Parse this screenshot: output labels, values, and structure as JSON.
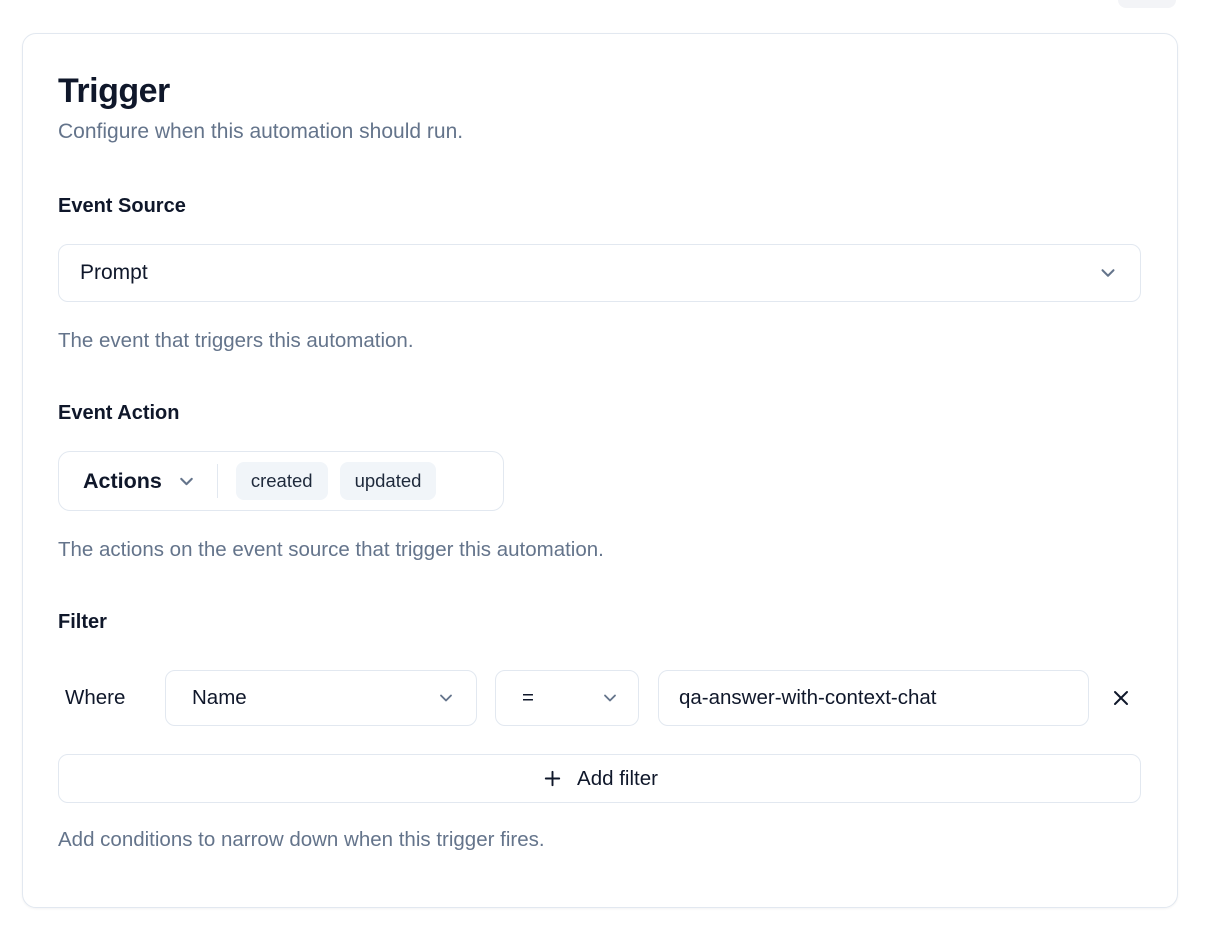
{
  "card": {
    "title": "Trigger",
    "subtitle": "Configure when this automation should run.",
    "event_source": {
      "label": "Event Source",
      "selected_value": "Prompt",
      "help": "The event that triggers this automation."
    },
    "event_action": {
      "label": "Event Action",
      "dropdown_label": "Actions",
      "selected_actions": [
        "created",
        "updated"
      ],
      "help": "The actions on the event source that trigger this automation."
    },
    "filter": {
      "label": "Filter",
      "where_label": "Where",
      "field_selected": "Name",
      "operator_selected": "=",
      "value": "qa-answer-with-context-chat",
      "add_filter_label": "Add filter",
      "help": "Add conditions to narrow down when this trigger fires."
    }
  },
  "icons": {
    "dropdown": "chevron-down-icon",
    "add": "plus-icon",
    "remove": "x-icon"
  },
  "colors": {
    "card_background": "#ffffff",
    "border": "#e2e8f0",
    "text_primary": "#0f172a",
    "text_muted": "#64748b",
    "tag_background": "#f1f5f9"
  }
}
